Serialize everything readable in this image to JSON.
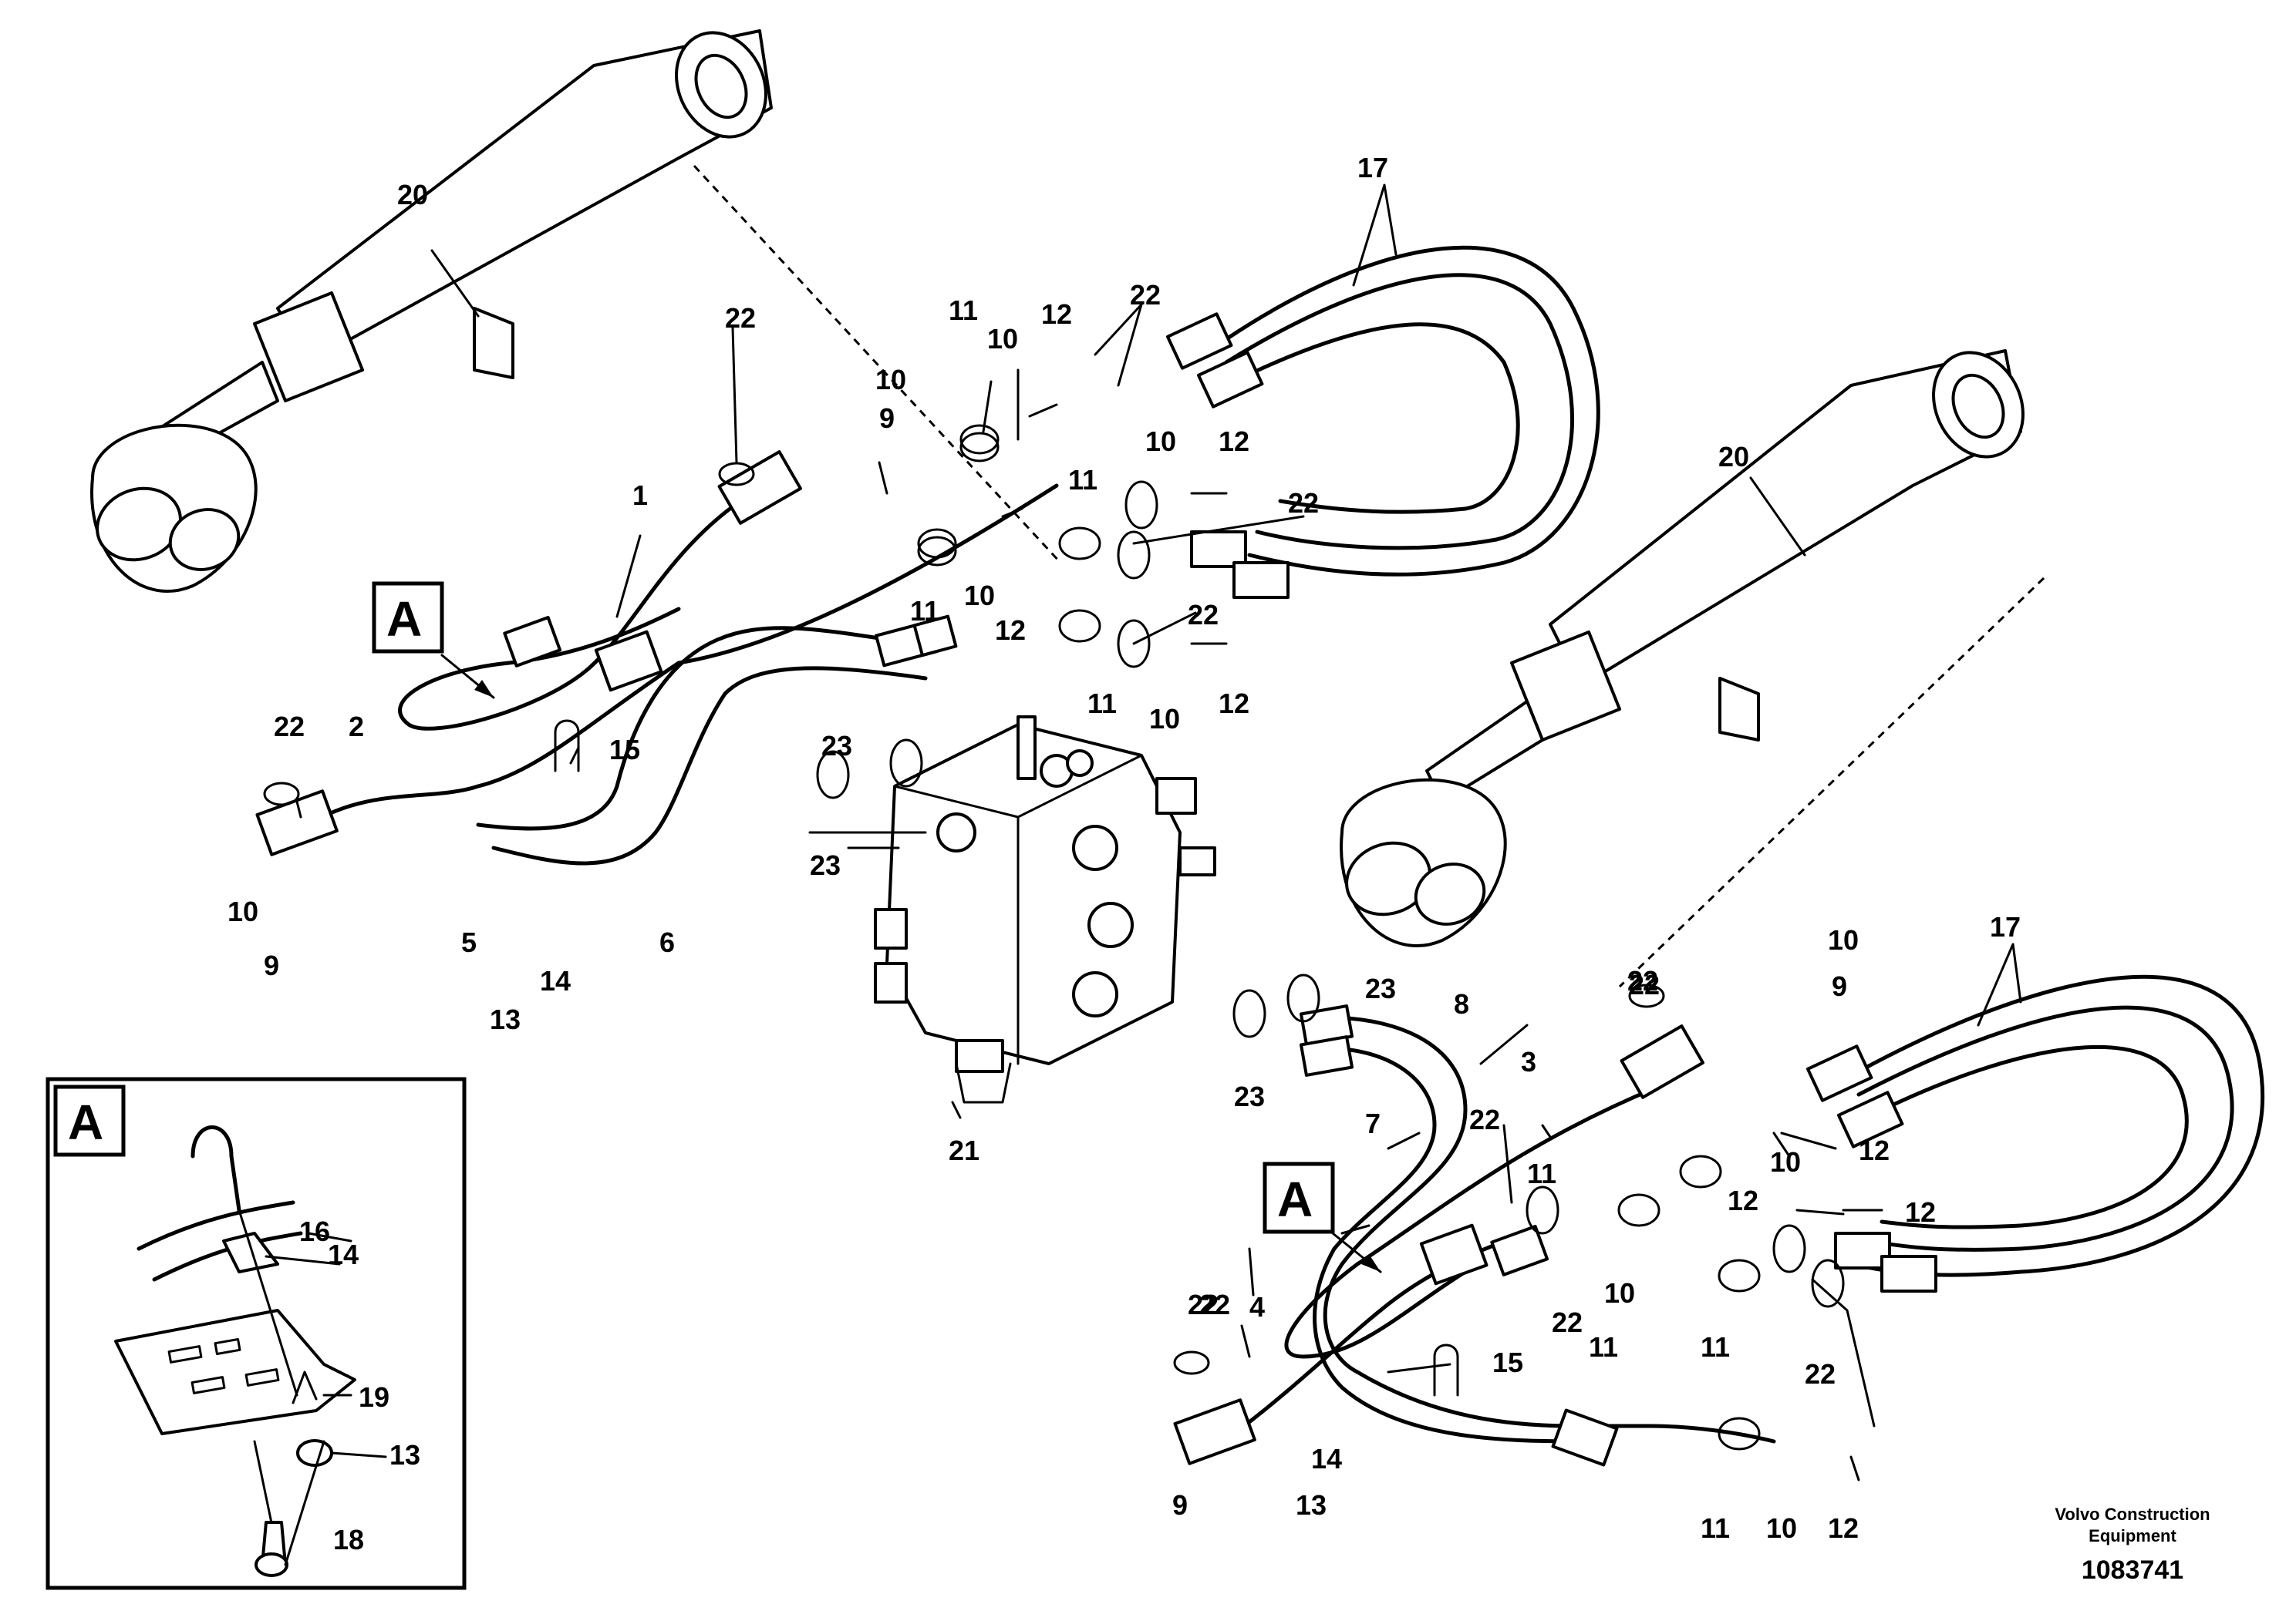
{
  "callouts": {
    "c1": "1",
    "c2": "2",
    "c3": "3",
    "c4": "4",
    "c5": "5",
    "c6": "6",
    "c7": "7",
    "c8": "8",
    "c9": "9",
    "c10": "10",
    "c11": "11",
    "c12": "12",
    "c13": "13",
    "c14": "14",
    "c15": "15",
    "c16": "16",
    "c17": "17",
    "c18": "18",
    "c19": "19",
    "c20": "20",
    "c21": "21",
    "c22": "22",
    "c23": "23",
    "detail": "A"
  },
  "footer": {
    "brand_line1": "Volvo Construction",
    "brand_line2": "Equipment",
    "doc_number": "1083741"
  }
}
